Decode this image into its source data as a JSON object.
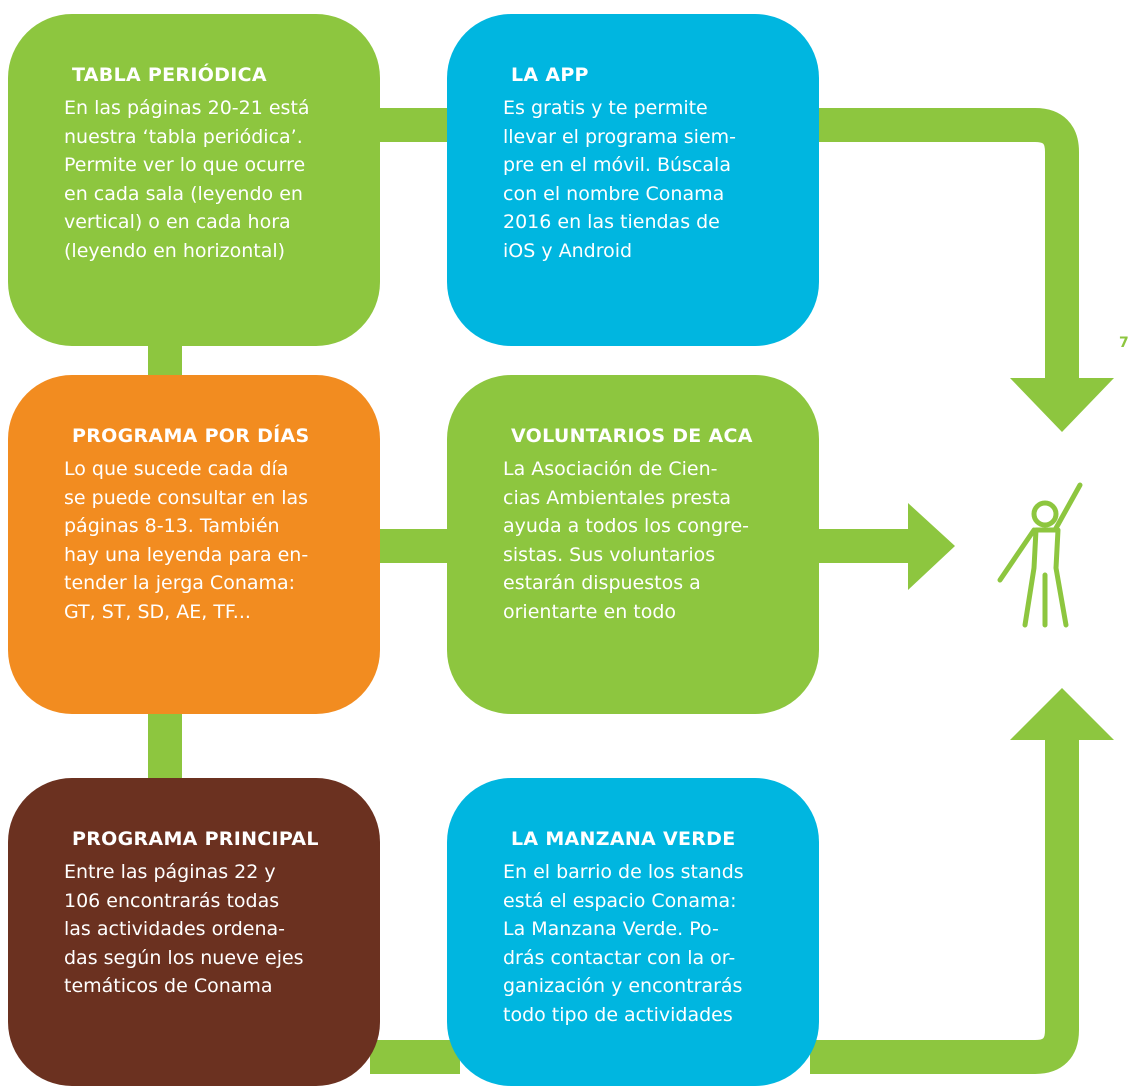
{
  "colors": {
    "green": "#8dc63f",
    "blue": "#00b6e0",
    "orange": "#f28c20",
    "brown": "#6b3120",
    "white": "#ffffff"
  },
  "boxes": [
    {
      "title": "TABLA PERIÓDICA",
      "text": "En las páginas 20-21 está\nnuestra ‘tabla periódica’.\nPermite ver lo que ocurre\nen cada sala (leyendo en\nvertical) o en cada hora\n(leyendo en horizontal)",
      "color": "green"
    },
    {
      "title": "LA APP",
      "text": "Es gratis y te permite\nllevar el programa siem-\npre en el móvil. Búscala\ncon el nombre Conama\n2016 en las tiendas de\niOS y Android",
      "color": "blue"
    },
    {
      "title": "PROGRAMA POR DÍAS",
      "text": "Lo que sucede cada día\nse puede consultar en las\npáginas 8-13. También\nhay una leyenda para  en-\ntender la jerga Conama:\nGT, ST, SD, AE, TF...",
      "color": "orange"
    },
    {
      "title": "VOLUNTARIOS DE ACA",
      "text": "La Asociación de Cien-\ncias Ambientales presta\nayuda a todos los congre-\nsistas. Sus voluntarios\nestarán dispuestos a\norientarte en todo",
      "color": "green"
    },
    {
      "title": "PROGRAMA PRINCIPAL",
      "text": "Entre las páginas 22 y\n106 encontrarás todas\nlas actividades ordena-\ndas según los nueve ejes\ntemáticos de Conama",
      "color": "brown"
    },
    {
      "title": "LA MANZANA VERDE",
      "text": "En el barrio de los stands\nestá el espacio Conama:\nLa Manzana Verde. Po-\ndrás contactar con la or-\nganización y encontrarás\ntodo tipo de actividades",
      "color": "blue"
    }
  ],
  "icons": {
    "person": "person-waving-icon"
  },
  "page_number": "7"
}
